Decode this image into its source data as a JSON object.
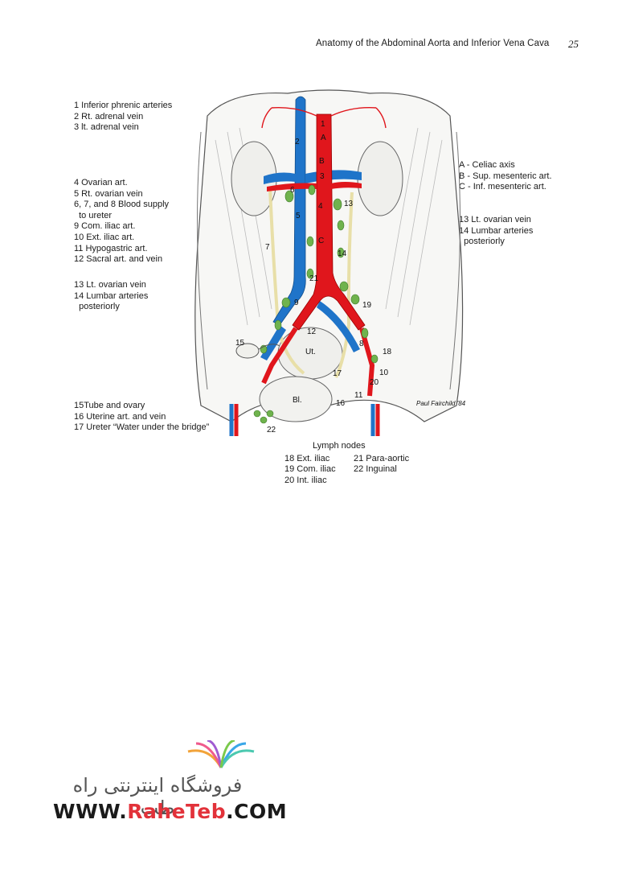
{
  "header": {
    "title": "Anatomy of the Abdominal Aorta and Inferior Vena Cava",
    "page_number": "25"
  },
  "legend_left_1": [
    "1 Inferior phrenic arteries",
    "2 Rt. adrenal vein",
    "3 lt. adrenal vein"
  ],
  "legend_left_2": [
    "4 Ovarian art.",
    "5 Rt. ovarian vein",
    "6, 7, and 8 Blood supply",
    "  to ureter",
    "9 Com. iliac art.",
    "10 Ext. iliac art.",
    "11 Hypogastric art.",
    "12 Sacral art. and vein"
  ],
  "legend_left_3": [
    "13 Lt. ovarian vein",
    "14 Lumbar arteries",
    "  posteriorly"
  ],
  "legend_left_4": [
    "15Tube and ovary",
    "16 Uterine art. and vein",
    "17 Ureter “Water under the bridge”"
  ],
  "legend_right_1": [
    "A - Celiac axis",
    "B - Sup. mesenteric art.",
    "C - Inf. mesenteric art."
  ],
  "legend_right_2": [
    "13 Lt. ovarian vein",
    "14 Lumbar arteries",
    "  posteriorly"
  ],
  "lymph": {
    "title": "Lymph nodes",
    "col1": [
      "18 Ext. iliac",
      "19 Com. iliac",
      "20 Int. iliac"
    ],
    "col2": [
      "21 Para-aortic",
      "22 Inguinal"
    ]
  },
  "figure_labels": {
    "l1": "1",
    "lA": "A",
    "lB": "B",
    "l2": "2",
    "l3": "3",
    "l4": "4",
    "l5": "5",
    "l6": "6",
    "l7": "7",
    "l8": "8",
    "lC": "C",
    "l9": "9",
    "l10": "10",
    "l11": "11",
    "l12": "12",
    "l13": "13",
    "l14": "14",
    "l15": "15",
    "l16": "16",
    "l17": "17",
    "l18": "18",
    "l19": "19",
    "l20": "20",
    "l21": "21",
    "l22": "22",
    "lUt": "Ut.",
    "lBl": "Bl.",
    "signature": "Paul Fairchild '84"
  },
  "watermark": {
    "persian": "فروشگاه اینترنتی راه طب",
    "site_prefix": "WWW.",
    "site_brand": "RaheTeb",
    "site_suffix": ".COM"
  },
  "colors": {
    "artery": "#e0161c",
    "vein": "#1f74c9",
    "lymph_node": "#6fb34d",
    "ureter": "#e8dfa8"
  }
}
